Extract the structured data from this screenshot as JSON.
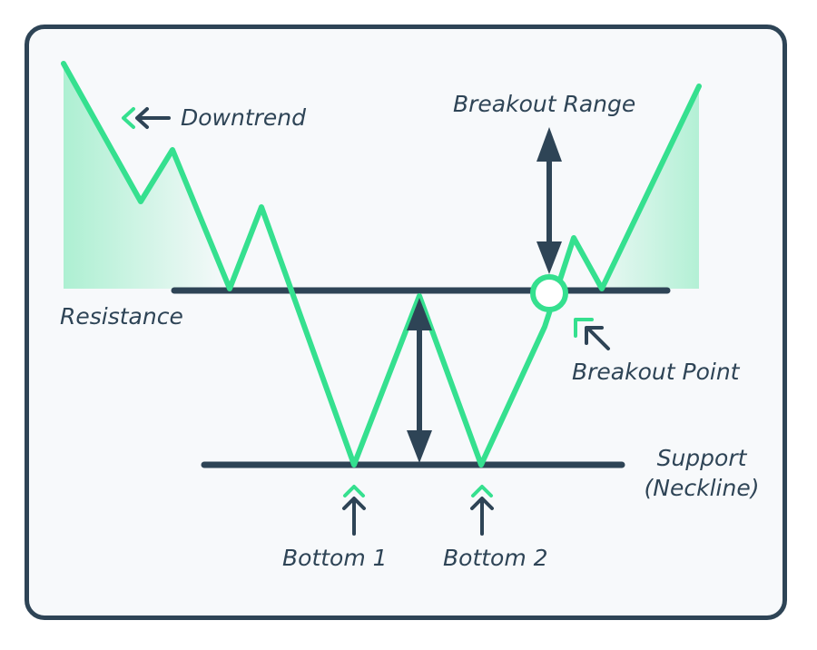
{
  "labels": {
    "downtrend": "Downtrend",
    "breakout_range": "Breakout Range",
    "resistance": "Resistance",
    "breakout_point": "Breakout Point",
    "support_line1": "Support",
    "support_line2": "(Neckline)",
    "bottom1": "Bottom 1",
    "bottom2": "Bottom 2"
  },
  "colors": {
    "price_line": "#35e08f",
    "dark": "#2e4456",
    "frame": "#2e4456"
  }
}
